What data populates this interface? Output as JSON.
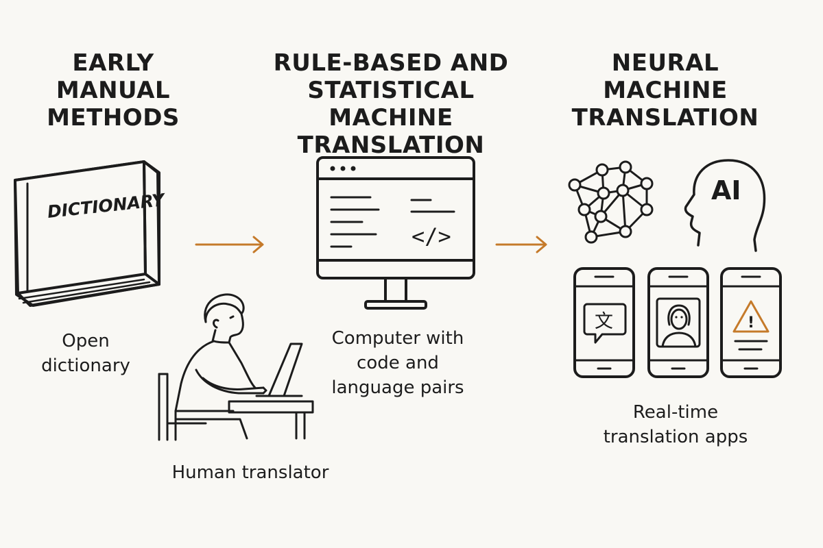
{
  "stages": [
    {
      "heading": [
        "EARLY",
        "MANUAL",
        "METHODS"
      ],
      "captions": {
        "dictionary": [
          "Open",
          "dictionary"
        ],
        "translator": [
          "Human translator"
        ]
      },
      "book_label": "DICTIONARY"
    },
    {
      "heading": [
        "RULE-BASED AND",
        "STATISTICAL",
        "MACHINE TRANSLATION"
      ],
      "captions": {
        "computer": [
          "Computer with",
          "code and",
          "language pairs"
        ]
      },
      "code_glyph": "</>"
    },
    {
      "heading": [
        "NEURAL",
        "MACHINE",
        "TRANSLATION"
      ],
      "captions": {
        "apps": [
          "Real-time",
          "translation apps"
        ]
      },
      "ai_label": "AI",
      "translate_glyph": "文",
      "warning_glyph": "!"
    }
  ],
  "colors": {
    "background": "#f9f8f4",
    "ink": "#1c1c1c",
    "accent": "#c57a2a"
  },
  "icons": [
    "book-icon",
    "person-laptop-icon",
    "computer-monitor-icon",
    "neural-network-icon",
    "ai-head-icon",
    "phone-translate-icon",
    "phone-avatar-icon",
    "phone-warning-icon",
    "arrow-right-icon"
  ]
}
